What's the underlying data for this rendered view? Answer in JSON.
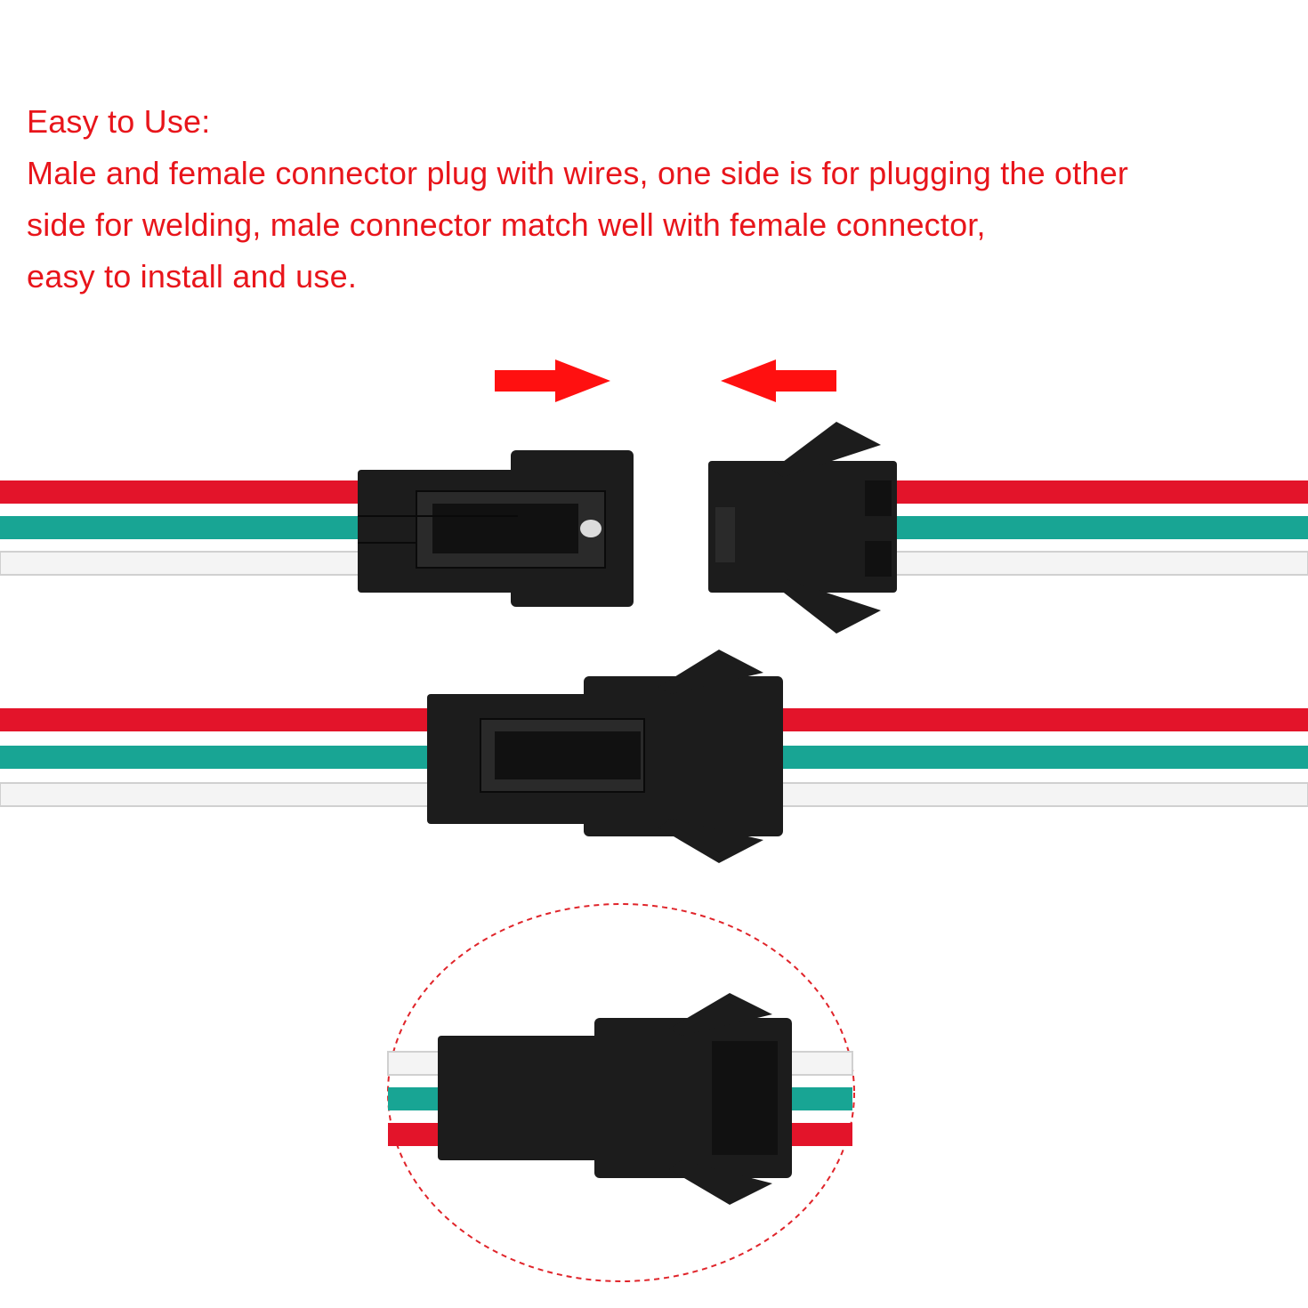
{
  "caption": {
    "heading": "Easy to Use:",
    "lines": [
      "Male and female connector plug with wires, one side is for plugging the other",
      "side for welding, male connector match well with female connector,",
      "easy to install and use."
    ]
  },
  "colors": {
    "text": "#e8151b",
    "arrow": "#ff1010",
    "wire_red": "#e3142a",
    "wire_teal": "#18a594",
    "wire_white": "#f4f4f4",
    "connector_body": "#1c1c1c",
    "dashed_outline": "#e0242a"
  },
  "icons": {
    "arrow_right": "arrow-right-icon",
    "arrow_left": "arrow-left-icon"
  },
  "illustration": {
    "parts": [
      "male-connector",
      "female-connector",
      "connected-pair",
      "zoom-detail"
    ],
    "wire_colors": [
      "red",
      "teal",
      "white"
    ]
  }
}
